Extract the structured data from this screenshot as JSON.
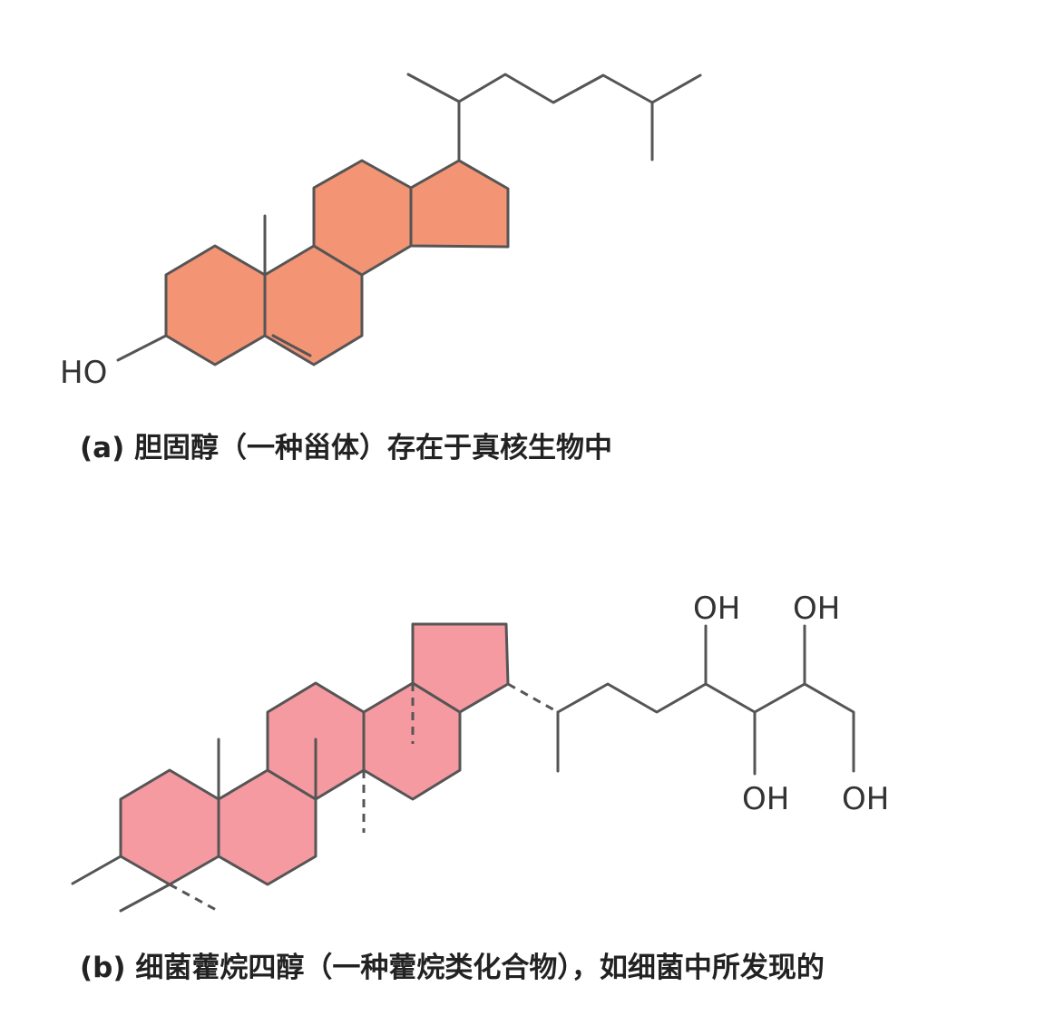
{
  "panel_a": {
    "caption": "(a) 胆固醇（一种甾体）存在于真核生物中",
    "labels": {
      "ho": "HO"
    },
    "ring_color": "#f39474"
  },
  "panel_b": {
    "caption": "(b) 细菌藿烷四醇（一种藿烷类化合物），如细菌中所发现的",
    "labels": {
      "oh1": "OH",
      "oh2": "OH",
      "oh3": "OH",
      "oh4": "OH"
    },
    "ring_color": "#f59aa0"
  }
}
